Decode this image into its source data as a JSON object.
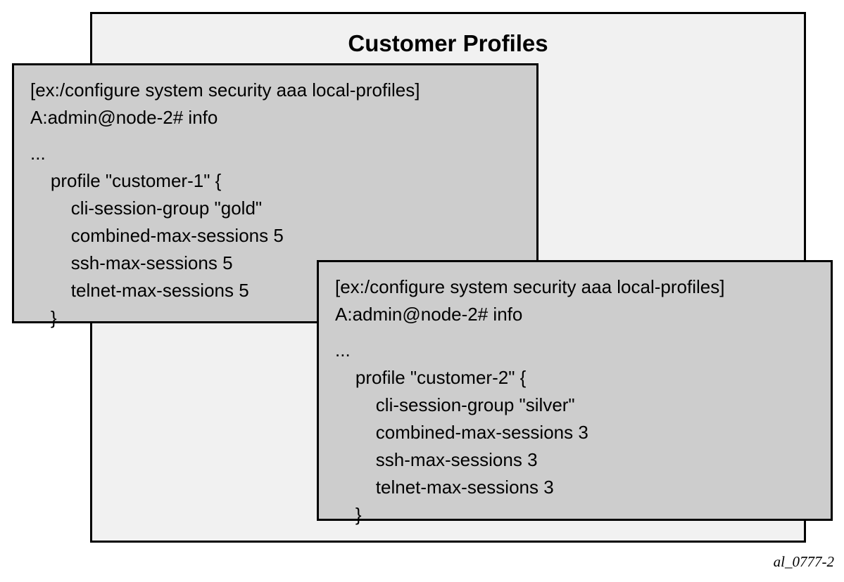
{
  "panel": {
    "title": "Customer Profiles",
    "background_color": "#f1f1f1",
    "border_color": "#000000"
  },
  "cli_boxes": [
    {
      "id": "customer-1",
      "background_color": "#cdcdcd",
      "border_color": "#000000",
      "prompt_path": "[ex:/configure system security aaa local-profiles]",
      "prompt_command": "A:admin@node-2# info",
      "ellipsis": "...",
      "body_lines": [
        "    profile \"customer-1\" {",
        "        cli-session-group \"gold\"",
        "        combined-max-sessions 5",
        "        ssh-max-sessions 5",
        "        telnet-max-sessions 5",
        "    }"
      ]
    },
    {
      "id": "customer-2",
      "background_color": "#cdcdcd",
      "border_color": "#000000",
      "prompt_path": "[ex:/configure system security aaa local-profiles]",
      "prompt_command": "A:admin@node-2# info",
      "ellipsis": "...",
      "body_lines": [
        "    profile \"customer-2\" {",
        "        cli-session-group \"silver\"",
        "        combined-max-sessions 3",
        "        ssh-max-sessions 3",
        "        telnet-max-sessions 3",
        "    }"
      ]
    }
  ],
  "caption": "al_0777-2"
}
